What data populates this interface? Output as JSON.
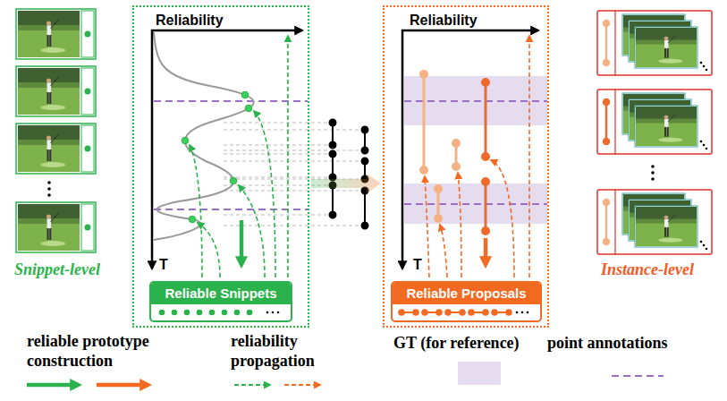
{
  "diagram": {
    "nodes": [
      {
        "text": [
          "Reliability",
          "T"
        ]
      },
      {
        "text": [
          "Reliable Snippets"
        ],
        "in": 0
      },
      {
        "text": [
          "Reliability",
          "T"
        ]
      },
      {
        "text": [
          "Reliable Proposals"
        ],
        "in": 2
      }
    ],
    "edges": [
      {
        "from": 0,
        "to": 2,
        "arrow": "to"
      }
    ],
    "labels": [
      "Snippet-level",
      "Instance-level"
    ],
    "legend": [
      {
        "text": "reliable prototype construction"
      },
      {
        "text": "reliability propagation"
      },
      {
        "text": "GT (for reference)",
        "color": "#e6dcf0"
      },
      {
        "text": "point annotations"
      }
    ]
  }
}
